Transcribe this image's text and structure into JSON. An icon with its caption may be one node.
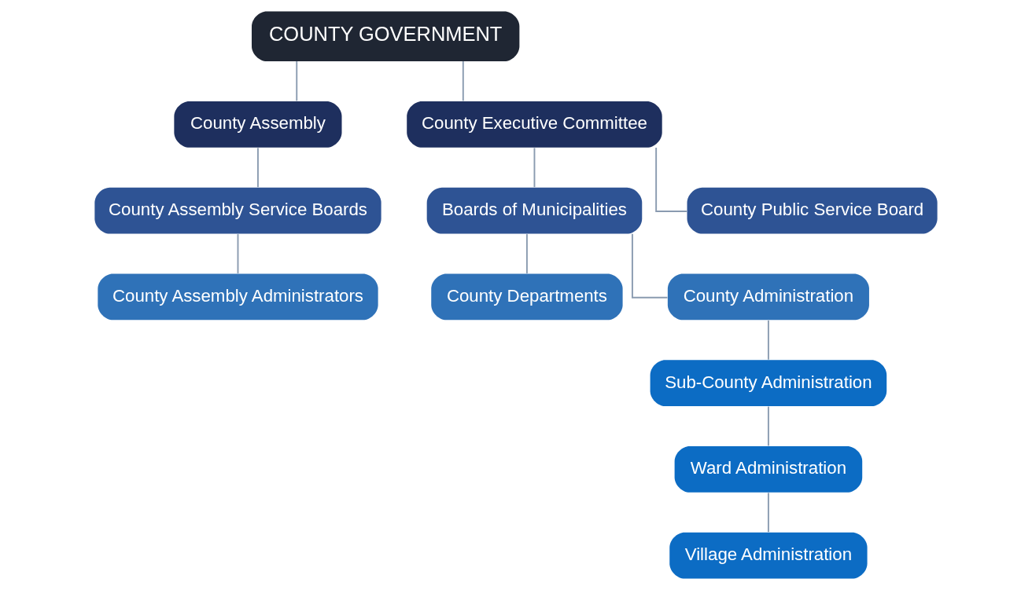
{
  "diagram": {
    "nodes": [
      {
        "text": [
          "COUNTY GOVERNMENT"
        ]
      },
      {
        "text": [
          "County Assembly"
        ]
      },
      {
        "text": [
          "County Executive Committee"
        ]
      },
      {
        "text": [
          "County Assembly Service Boards"
        ]
      },
      {
        "text": [
          "Boards of Municipalities"
        ]
      },
      {
        "text": [
          "County Public Service Board"
        ]
      },
      {
        "text": [
          "County Assembly Administrators"
        ]
      },
      {
        "text": [
          "County Departments"
        ]
      },
      {
        "text": [
          "County Administration"
        ]
      },
      {
        "text": [
          "Sub-County Administration"
        ]
      },
      {
        "text": [
          "Ward Administration"
        ]
      },
      {
        "text": [
          "Village Administration"
        ]
      }
    ],
    "edges": [
      {
        "from": 0,
        "to": 1,
        "arrow": "none"
      },
      {
        "from": 0,
        "to": 2,
        "arrow": "none"
      },
      {
        "from": 1,
        "to": 3,
        "arrow": "none"
      },
      {
        "from": 2,
        "to": 4,
        "arrow": "none"
      },
      {
        "from": 2,
        "to": 5,
        "arrow": "none"
      },
      {
        "from": 3,
        "to": 6,
        "arrow": "none"
      },
      {
        "from": 4,
        "to": 7,
        "arrow": "none"
      },
      {
        "from": 4,
        "to": 8,
        "arrow": "none"
      },
      {
        "from": 8,
        "to": 9,
        "arrow": "none"
      },
      {
        "from": 9,
        "to": 10,
        "arrow": "none"
      },
      {
        "from": 10,
        "to": 11,
        "arrow": "none"
      }
    ]
  }
}
